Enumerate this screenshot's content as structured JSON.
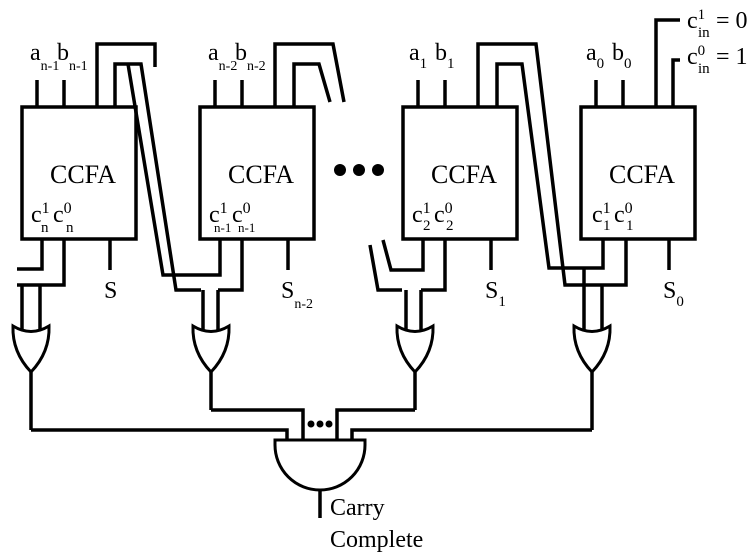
{
  "block_label": "CCFA",
  "blocks": [
    {
      "a": "a",
      "a_sub": "n-1",
      "b": "b",
      "b_sub": "n-1",
      "c1": "c",
      "c1_sup": "1",
      "c1_sub": "n",
      "c0": "c",
      "c0_sup": "0",
      "c0_sub": "n",
      "s": "S",
      "s_sub": ""
    },
    {
      "a": "a",
      "a_sub": "n-2",
      "b": "b",
      "b_sub": "n-2",
      "c1": "c",
      "c1_sup": "1",
      "c1_sub": "n-1",
      "c0": "c",
      "c0_sup": "0",
      "c0_sub": "n-1",
      "s": "S",
      "s_sub": "n-2"
    },
    {
      "a": "a",
      "a_sub": "1",
      "b": "b",
      "b_sub": "1",
      "c1": "c",
      "c1_sup": "1",
      "c1_sub": "2",
      "c0": "c",
      "c0_sup": "0",
      "c0_sub": "2",
      "s": "S",
      "s_sub": "1"
    },
    {
      "a": "a",
      "a_sub": "0",
      "b": "b",
      "b_sub": "0",
      "c1": "c",
      "c1_sup": "1",
      "c1_sub": "1",
      "c0": "c",
      "c0_sup": "0",
      "c0_sub": "1",
      "s": "S",
      "s_sub": "0"
    }
  ],
  "carry_inputs": [
    {
      "name": "c",
      "sup": "1",
      "sub": "in",
      "value": "= 0"
    },
    {
      "name": "c",
      "sup": "0",
      "sub": "in",
      "value": "= 1"
    }
  ],
  "output_label_line1": "Carry",
  "output_label_line2": "Complete"
}
